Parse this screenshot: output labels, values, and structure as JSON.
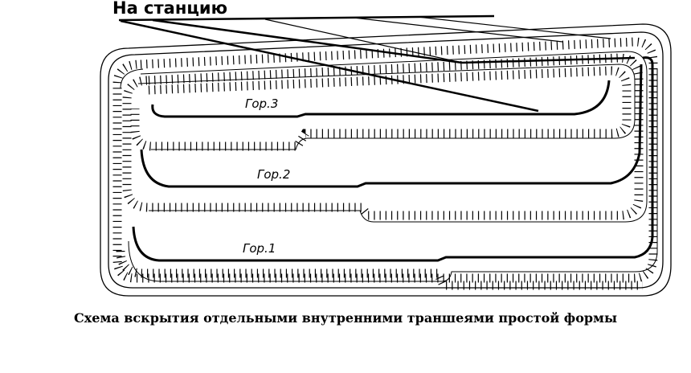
{
  "labels": {
    "to_station": "На станцию",
    "level_3": "Гор.3",
    "level_2": "Гор.2",
    "level_1": "Гор.1"
  },
  "caption": "Схема вскрытия отдельными внутренними траншеями простой формы",
  "colors": {
    "ink": "#000000",
    "background": "#ffffff"
  }
}
